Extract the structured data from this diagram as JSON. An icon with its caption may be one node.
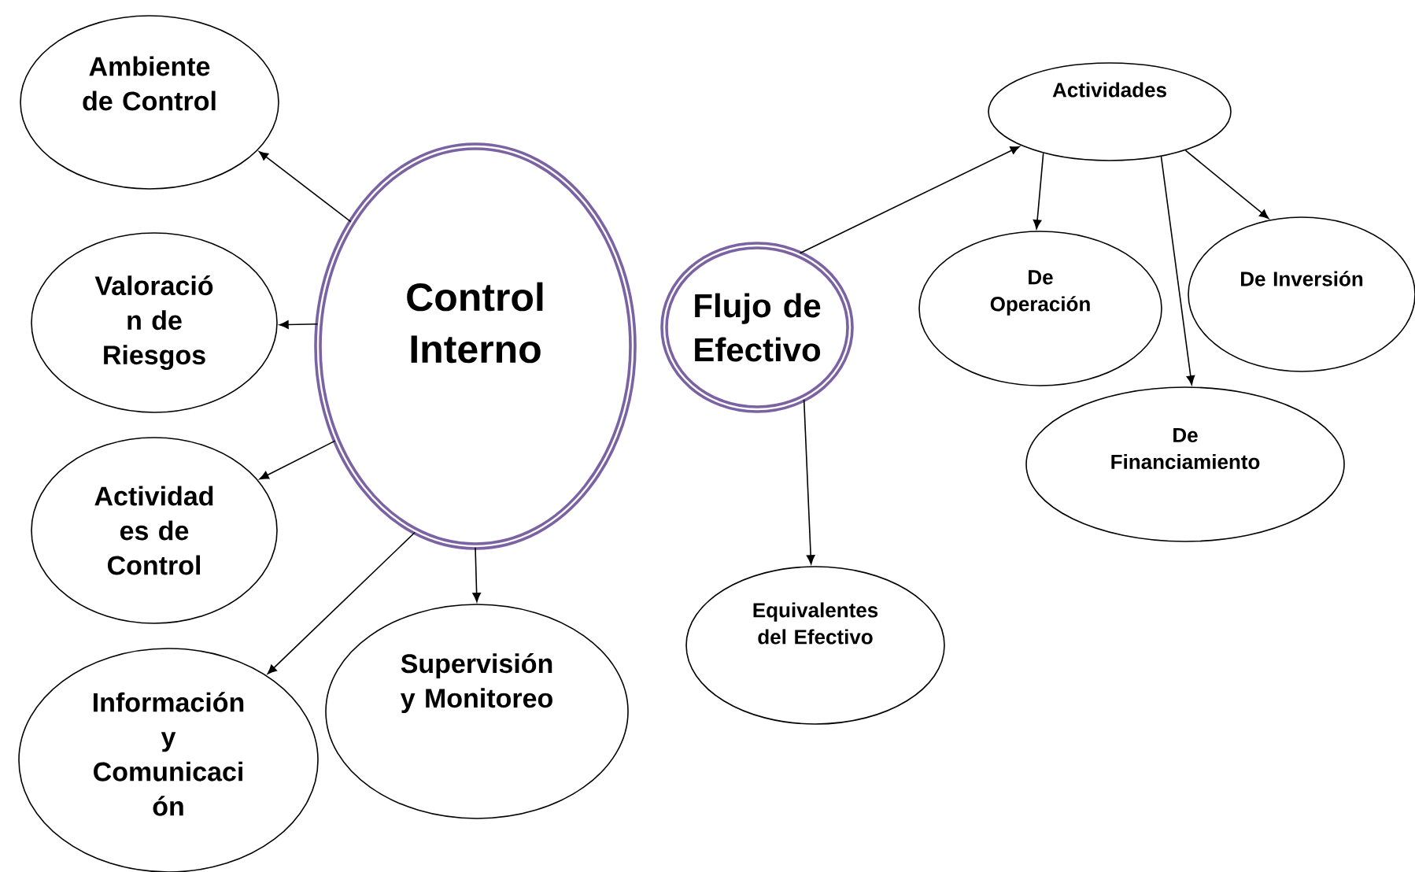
{
  "diagram": {
    "nodes": [
      {
        "text": [
          "Control Interno"
        ]
      },
      {
        "text": [
          "Flujo de Efectivo"
        ]
      },
      {
        "text": [
          "Ambiente de Control"
        ]
      },
      {
        "text": [
          "Valoració n de Riesgos"
        ]
      },
      {
        "text": [
          "Actividad es de Control"
        ]
      },
      {
        "text": [
          "Información y Comunicaci ón"
        ]
      },
      {
        "text": [
          "Supervisión y Monitoreo"
        ]
      },
      {
        "text": [
          "Actividades"
        ]
      },
      {
        "text": [
          "De Operación"
        ]
      },
      {
        "text": [
          "De Inversión"
        ]
      },
      {
        "text": [
          "De Financiamiento"
        ]
      },
      {
        "text": [
          "Equivalentes del Efectivo"
        ]
      }
    ],
    "edges": [
      {
        "from": 0,
        "to": 2,
        "arrow": "to"
      },
      {
        "from": 0,
        "to": 3,
        "arrow": "to"
      },
      {
        "from": 0,
        "to": 4,
        "arrow": "to"
      },
      {
        "from": 0,
        "to": 5,
        "arrow": "to"
      },
      {
        "from": 0,
        "to": 6,
        "arrow": "to"
      },
      {
        "from": 1,
        "to": 7,
        "arrow": "to"
      },
      {
        "from": 1,
        "to": 11,
        "arrow": "to"
      },
      {
        "from": 7,
        "to": 8,
        "arrow": "to"
      },
      {
        "from": 7,
        "to": 10,
        "arrow": "to"
      },
      {
        "from": 7,
        "to": 9,
        "arrow": "to"
      }
    ]
  }
}
